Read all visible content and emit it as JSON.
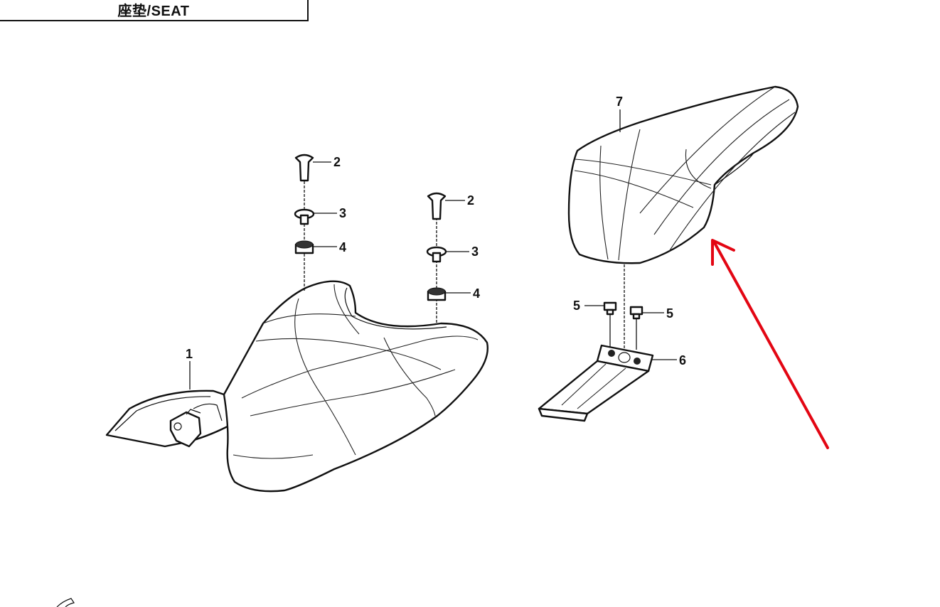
{
  "header": {
    "title": "座垫/SEAT"
  },
  "callouts": [
    "1",
    "2",
    "3",
    "4",
    "5",
    "6",
    "7"
  ],
  "annotation": {
    "arrow_color": "#e30613"
  }
}
